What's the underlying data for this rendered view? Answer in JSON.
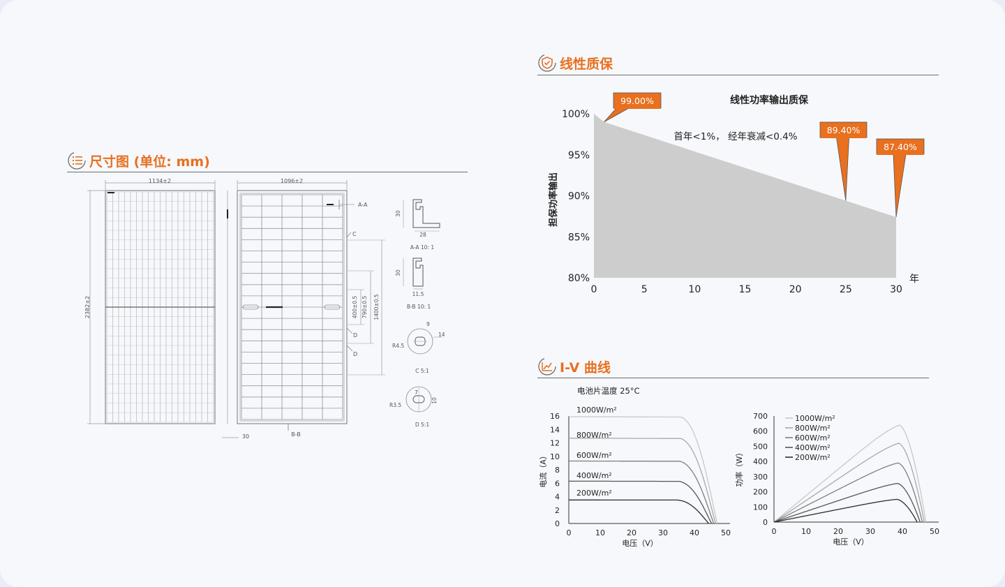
{
  "colors": {
    "accent": "#e8701f",
    "area": "#cdcdcd",
    "line": "#6d6d6d",
    "text": "#222222"
  },
  "dimension": {
    "title": "尺寸图 (单位: mm)",
    "icon": "list-icon",
    "labels": {
      "front_width": "1134±2",
      "height": "2382±2",
      "thickness": "30",
      "back_width": "1096±2",
      "section_aa": "A-A",
      "section_c": "C",
      "section_d1": "D",
      "section_d2": "D",
      "dim_400": "400±0.5",
      "dim_790": "790±0.5",
      "dim_1400": "1400±0.5",
      "section_bb_bottom": "B-B",
      "aa_dim_30": "30",
      "aa_dim_28": "28",
      "aa_caption": "A-A 10:  1",
      "bb_dim_30": "30",
      "bb_dim_11": "11.5",
      "bb_caption": "B-B 10:  1",
      "c_dim_9": "9",
      "c_dim_14": "14",
      "c_r": "R4.5",
      "c_caption": "C  5:1",
      "d_dim_7": "7",
      "d_dim_10": "10",
      "d_r": "R3.5",
      "d_caption": "D  5:1"
    }
  },
  "warranty": {
    "title": "线性质保",
    "icon": "shield-check-icon",
    "chart_title": "线性功率输出质保",
    "subtitle": "首年<1%，  经年衰减<0.4%",
    "ylabel": "担保功率输出",
    "xunit": "年",
    "callouts": [
      "99.00%",
      "89.40%",
      "87.40%"
    ]
  },
  "iv": {
    "title": "I-V 曲线",
    "icon": "chart-line-icon",
    "temp_label": "电池片温度 25°C",
    "left_xlabel": "电压（V）",
    "left_ylabel": "电流（A）",
    "right_xlabel": "电压（V）",
    "right_ylabel": "功率（W）"
  },
  "chart_data": [
    {
      "type": "area",
      "title": "线性功率输出质保",
      "xlabel": "年",
      "ylabel": "担保功率输出",
      "x": [
        0,
        1,
        25,
        30
      ],
      "y": [
        100,
        99.0,
        89.4,
        87.4
      ],
      "xlim": [
        0,
        30
      ],
      "ylim": [
        80,
        100
      ],
      "xticks": [
        0,
        5,
        10,
        15,
        20,
        25,
        30
      ],
      "yticks": [
        "80%",
        "85%",
        "90%",
        "95%",
        "100%"
      ],
      "annotations": [
        {
          "x": 1,
          "y": 99.0,
          "text": "99.00%"
        },
        {
          "x": 25,
          "y": 89.4,
          "text": "89.40%"
        },
        {
          "x": 30,
          "y": 87.4,
          "text": "87.40%"
        }
      ]
    },
    {
      "type": "line",
      "title": "",
      "xlabel": "电压（V）",
      "ylabel": "电流（A）",
      "xlim": [
        0,
        50
      ],
      "ylim": [
        0,
        16
      ],
      "xticks": [
        0,
        10,
        20,
        30,
        40,
        50
      ],
      "yticks": [
        0,
        2,
        4,
        6,
        8,
        10,
        12,
        14,
        16
      ],
      "series": [
        {
          "name": "1000W/m²",
          "isc": 15.9,
          "voc": 47.3,
          "vmp": 39.0,
          "color": "#c8c8c8"
        },
        {
          "name": "800W/m²",
          "isc": 12.7,
          "voc": 46.8,
          "vmp": 38.8,
          "color": "#a8a8a8"
        },
        {
          "name": "600W/m²",
          "isc": 9.3,
          "voc": 46.2,
          "vmp": 38.5,
          "color": "#7e7e7e"
        },
        {
          "name": "400W/m²",
          "isc": 6.3,
          "voc": 45.5,
          "vmp": 38.2,
          "color": "#555555"
        },
        {
          "name": "200W/m²",
          "isc": 3.5,
          "voc": 44.6,
          "vmp": 37.8,
          "color": "#2c2c2c"
        }
      ]
    },
    {
      "type": "line",
      "title": "",
      "xlabel": "电压（V）",
      "ylabel": "功率（W）",
      "xlim": [
        0,
        50
      ],
      "ylim": [
        0,
        700
      ],
      "xticks": [
        0,
        10,
        20,
        30,
        40,
        50
      ],
      "yticks": [
        0,
        100,
        200,
        300,
        400,
        500,
        600,
        700
      ],
      "series": [
        {
          "name": "1000W/m²",
          "vmp": 39.0,
          "pmax": 640,
          "voc": 47.3,
          "color": "#c8c8c8"
        },
        {
          "name": "800W/m²",
          "vmp": 38.8,
          "pmax": 520,
          "voc": 46.8,
          "color": "#a8a8a8"
        },
        {
          "name": "600W/m²",
          "vmp": 38.6,
          "pmax": 390,
          "voc": 46.2,
          "color": "#7e7e7e"
        },
        {
          "name": "400W/m²",
          "vmp": 38.4,
          "pmax": 255,
          "voc": 45.5,
          "color": "#555555"
        },
        {
          "name": "200W/m²",
          "vmp": 38.2,
          "pmax": 150,
          "voc": 44.6,
          "color": "#2c2c2c"
        }
      ]
    }
  ]
}
